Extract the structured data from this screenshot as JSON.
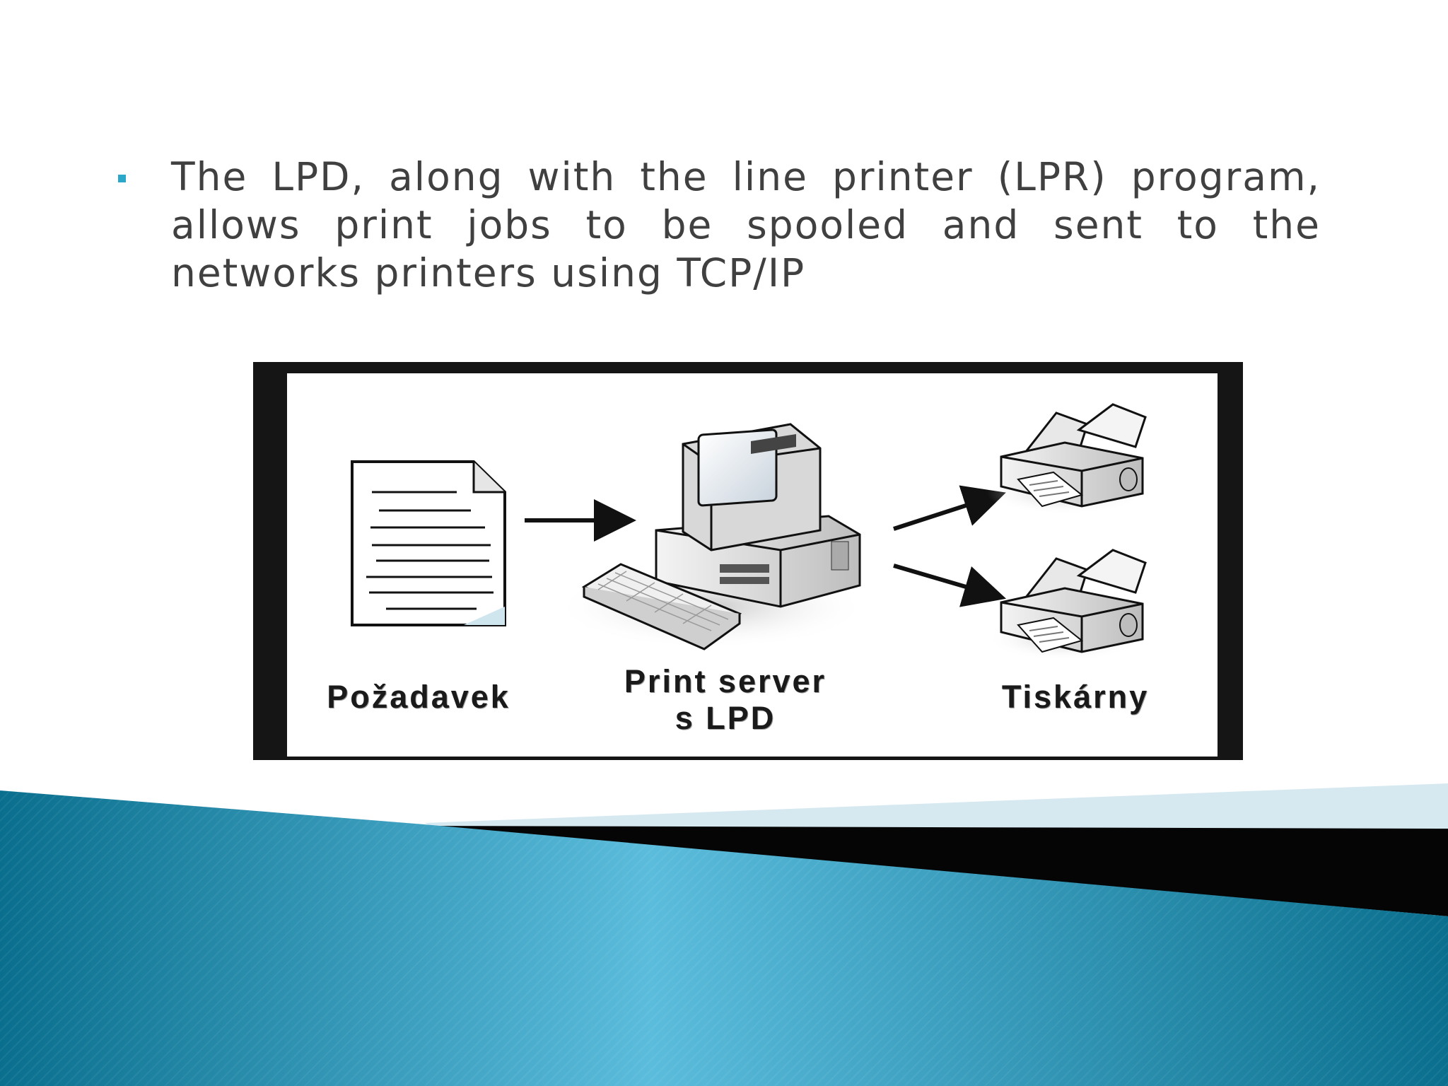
{
  "slide": {
    "bullet_text": "The LPD, along with the line printer (LPR) program, allows print jobs to be spooled and sent to the networks printers using TCP/IP"
  },
  "diagram": {
    "labels": {
      "request": "Požadavek",
      "server_line1": "Print server",
      "server_line2": "s LPD",
      "printers": "Tiskárny"
    }
  },
  "colors": {
    "bullet": "#2aa7c9",
    "footer_light": "#5bbcdc",
    "footer_dark": "#0a6f8e",
    "footer_black": "#050505",
    "footer_pale": "#d6e9f1"
  }
}
